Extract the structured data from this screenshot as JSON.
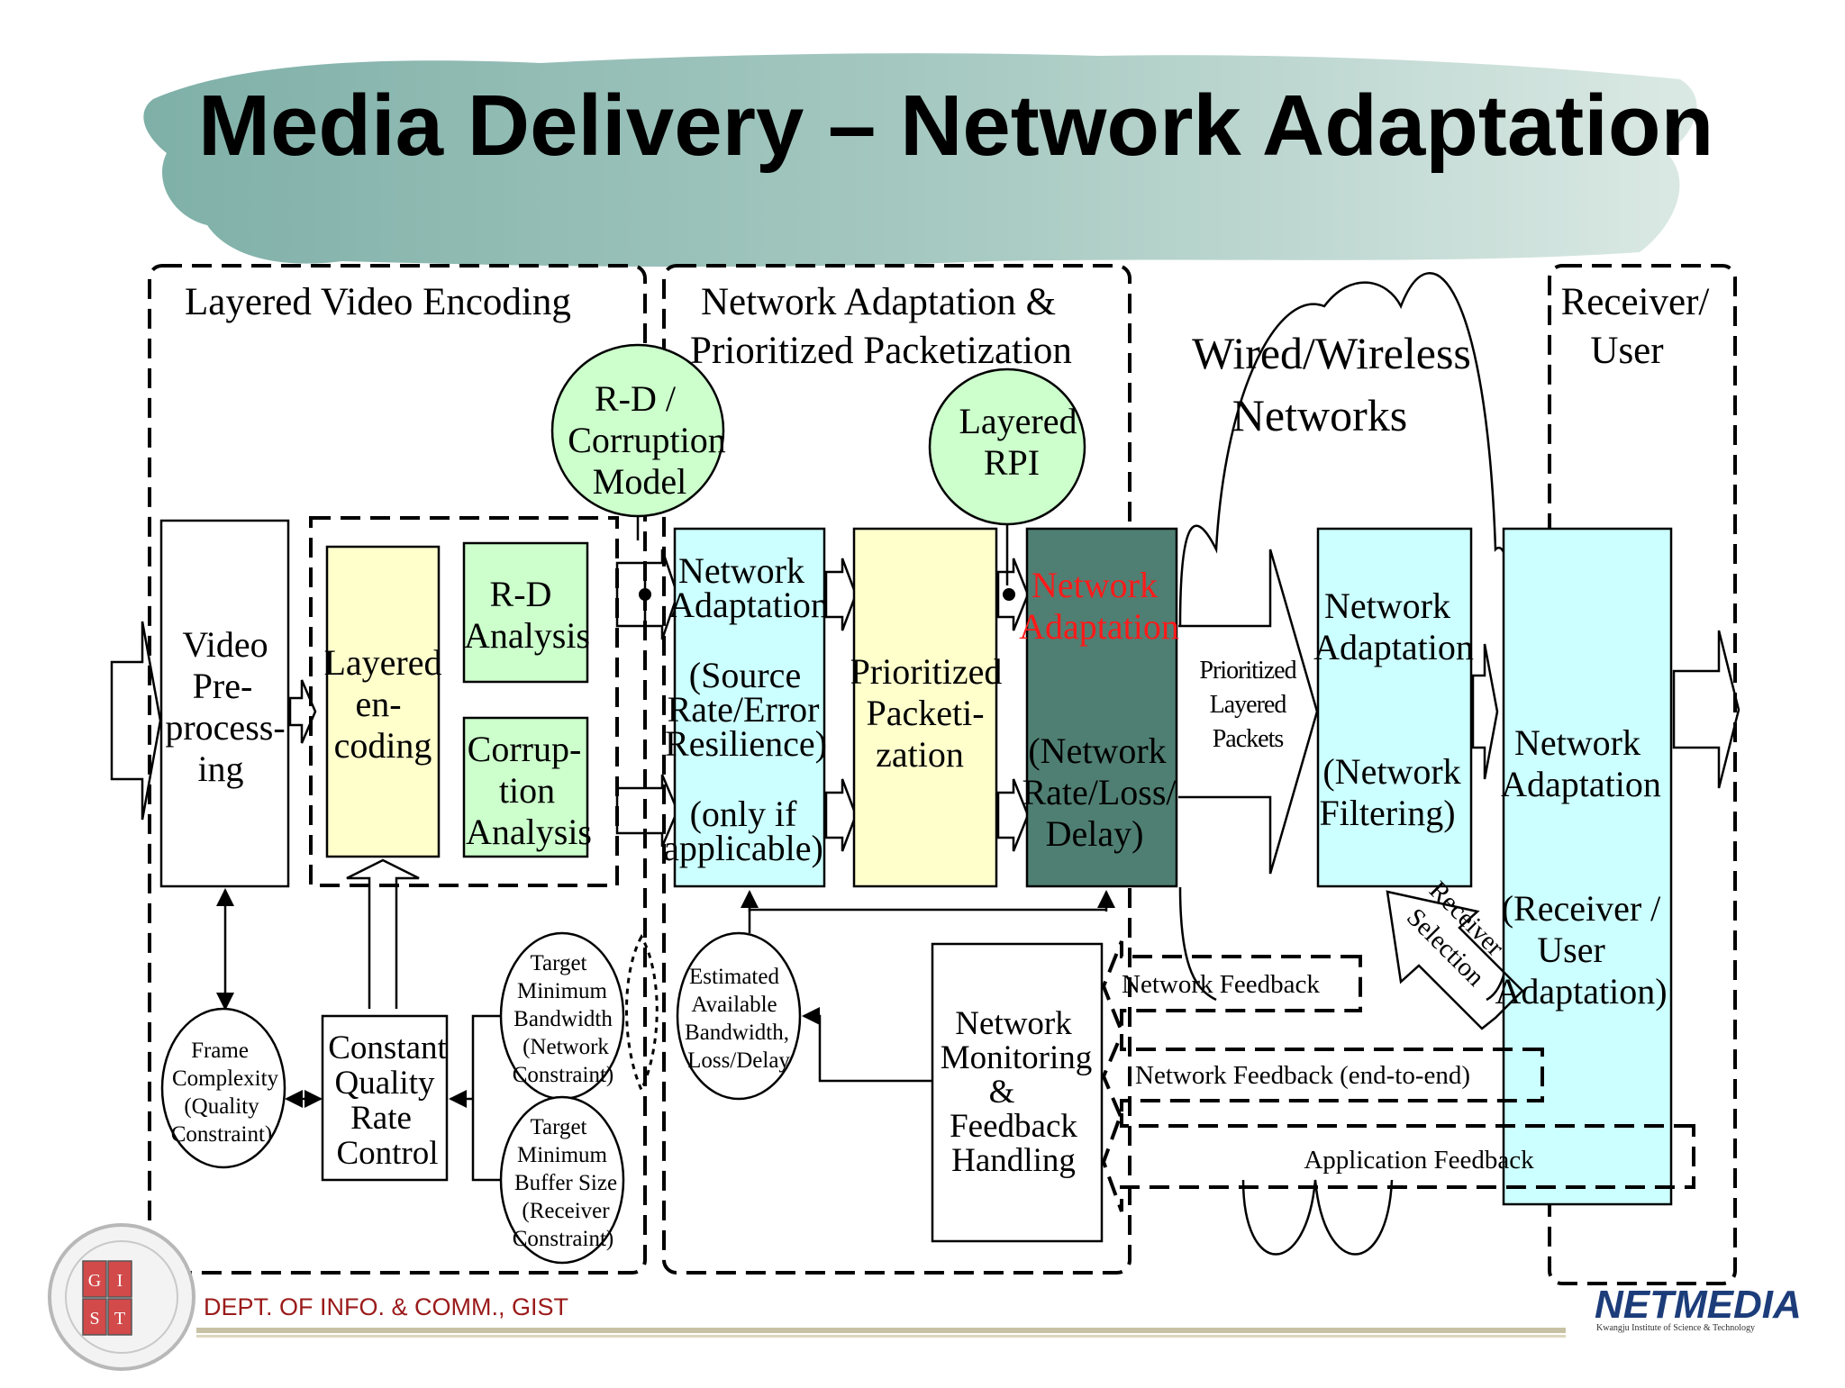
{
  "title": "Media Delivery – Network Adaptation",
  "sections": {
    "encoding": "Layered Video Encoding",
    "adaptation_1": "Network Adaptation &",
    "adaptation_2": "Prioritized Packetization",
    "networks_1": "Wired/Wireless",
    "networks_2": "Networks",
    "receiver_1": "Receiver/",
    "receiver_2": "User"
  },
  "circles": {
    "rd_model": [
      "R-D /",
      "Corruption",
      "Model"
    ],
    "layered_rpi": [
      "Layered",
      "RPI"
    ],
    "frame_complexity": [
      "Frame",
      "Complexity",
      "(Quality",
      "Constraint)"
    ],
    "target_bandwidth": [
      "Target",
      "Minimum",
      "Bandwidth",
      "(Network",
      "Constraint)"
    ],
    "target_buffer": [
      "Target",
      "Minimum",
      "Buffer Size",
      "(Receiver",
      "Constraint)"
    ],
    "estimated": [
      "Estimated",
      "Available",
      "Bandwidth,",
      "Loss/Delay"
    ]
  },
  "boxes": {
    "video_pre": [
      "Video",
      "Pre-",
      "process-",
      "ing"
    ],
    "layered_enc": [
      "Layered",
      "en-",
      "coding"
    ],
    "rd_analysis": [
      "R-D",
      "Analysis"
    ],
    "corruption": [
      "Corrup-",
      "tion",
      "Analysis"
    ],
    "net_adapt_source": [
      "Network",
      "Adaptation",
      "(Source",
      "Rate/Error",
      "Resilience)",
      "(only if",
      "applicable)"
    ],
    "prioritized": [
      "Prioritized",
      "Packeti-",
      "zation"
    ],
    "net_adapt_network_title": [
      "Network",
      "Adaptation"
    ],
    "net_adapt_network_sub": [
      "(Network",
      "Rate/Loss/",
      "Delay)"
    ],
    "net_adapt_filter": [
      "Network",
      "Adaptation",
      "(Network",
      "Filtering)"
    ],
    "net_adapt_receiver": [
      "Network",
      "Adaptation",
      "(Receiver /",
      "User",
      "Adaptation)"
    ],
    "rate_control": [
      "Constant",
      "Quality",
      "Rate",
      "Control"
    ],
    "monitoring": [
      "Network",
      "Monitoring",
      "&",
      "Feedback",
      "Handling"
    ]
  },
  "labels": {
    "packets": [
      "Prioritized",
      "Layered",
      "Packets"
    ],
    "receiver_selection": [
      "Receiver",
      "Selection"
    ],
    "feedback_network": "Network Feedback",
    "feedback_e2e": "Network Feedback (end-to-end)",
    "feedback_app": "Application Feedback"
  },
  "footer": {
    "dept": "DEPT. OF INFO. & COMM., GIST",
    "seal": [
      "G",
      "I",
      "S",
      "T"
    ],
    "logo": "NETMEDIA",
    "logo_sub": "Kwangju Institute of Science & Technology"
  },
  "colors": {
    "brush": "#8fb8b0",
    "yellow": "#ffffcc",
    "green": "#ccffcc",
    "cyan": "#ccffff",
    "dark": "#4f7f72",
    "red": "#ff1a1a",
    "footer_red": "#9b1a1a",
    "logo_blue": "#1c3d7a"
  }
}
